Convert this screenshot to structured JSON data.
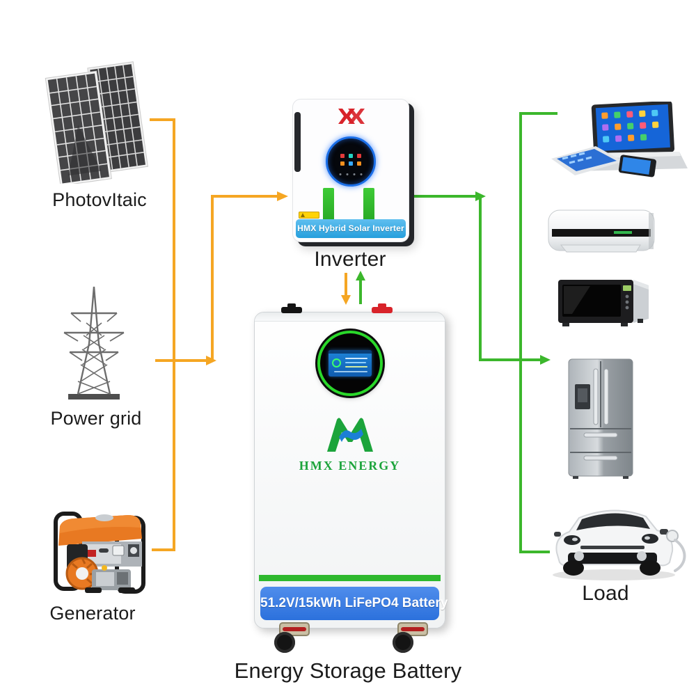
{
  "sources": {
    "photovoltaic": {
      "label": "PhotovItaic"
    },
    "power_grid": {
      "label": "Power grid"
    },
    "generator": {
      "label": "Generator"
    }
  },
  "inverter": {
    "label": "Inverter",
    "banner": "HMX Hybrid Solar Inverter"
  },
  "battery": {
    "label": "Energy Storage Battery",
    "brand": "HMX ENERGY",
    "spec_banner": "51.2V/15kWh LiFePO4 Battery"
  },
  "load": {
    "label": "Load",
    "items": [
      "laptop-and-devices",
      "air-conditioner",
      "microwave-oven",
      "refrigerator",
      "electric-car"
    ]
  },
  "colors": {
    "source_flow_orange": "#F5A623",
    "output_flow_green": "#3CB72C",
    "inverter_banner_blue": "#29A9EA",
    "battery_banner_blue": "#2E77E8",
    "battery_stripe_green": "#2EB82E",
    "brand_green": "#1CA43B",
    "logo_red": "#D8232A"
  }
}
